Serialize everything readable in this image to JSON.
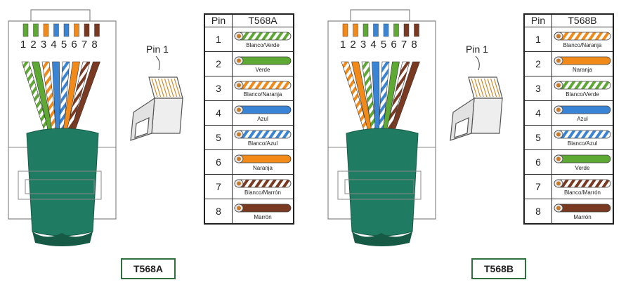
{
  "colors": {
    "blanco": "#ffffff",
    "verde": "#5ea834",
    "naranja": "#f28a1a",
    "azul": "#3a84d6",
    "marron": "#7a3a22",
    "jacket": "#1f7b61",
    "jacket_dark": "#165a46",
    "frame": "#888888",
    "box_border": "#2f6e3d"
  },
  "icons": [
    "rj45-connector-icon",
    "rj45-plug-icon",
    "wire-color-swatch-icon"
  ],
  "standards": [
    {
      "name": "T568A",
      "table_header": {
        "pin": "Pin",
        "standard": "T568A"
      },
      "pin1_label": "Pin 1",
      "caption": "T568A",
      "wires": [
        {
          "pin": "1",
          "label": "Blanco/Verde",
          "base": "blanco",
          "stripe": "verde"
        },
        {
          "pin": "2",
          "label": "Verde",
          "base": "verde",
          "stripe": ""
        },
        {
          "pin": "3",
          "label": "Blanco/Naranja",
          "base": "blanco",
          "stripe": "naranja"
        },
        {
          "pin": "4",
          "label": "Azul",
          "base": "azul",
          "stripe": ""
        },
        {
          "pin": "5",
          "label": "Blanco/Azul",
          "base": "blanco",
          "stripe": "azul"
        },
        {
          "pin": "6",
          "label": "Naranja",
          "base": "naranja",
          "stripe": ""
        },
        {
          "pin": "7",
          "label": "Blanco/Marrón",
          "base": "blanco",
          "stripe": "marron"
        },
        {
          "pin": "8",
          "label": "Marrón",
          "base": "marron",
          "stripe": ""
        }
      ]
    },
    {
      "name": "T568B",
      "table_header": {
        "pin": "Pin",
        "standard": "T568B"
      },
      "pin1_label": "Pin 1",
      "caption": "T568B",
      "wires": [
        {
          "pin": "1",
          "label": "Blanco/Naranja",
          "base": "blanco",
          "stripe": "naranja"
        },
        {
          "pin": "2",
          "label": "Naranja",
          "base": "naranja",
          "stripe": ""
        },
        {
          "pin": "3",
          "label": "Blanco/Verde",
          "base": "blanco",
          "stripe": "verde"
        },
        {
          "pin": "4",
          "label": "Azul",
          "base": "azul",
          "stripe": ""
        },
        {
          "pin": "5",
          "label": "Blanco/Azul",
          "base": "blanco",
          "stripe": "azul"
        },
        {
          "pin": "6",
          "label": "Verde",
          "base": "verde",
          "stripe": ""
        },
        {
          "pin": "7",
          "label": "Blanco/Marrón",
          "base": "blanco",
          "stripe": "marron"
        },
        {
          "pin": "8",
          "label": "Marrón",
          "base": "marron",
          "stripe": ""
        }
      ]
    }
  ]
}
